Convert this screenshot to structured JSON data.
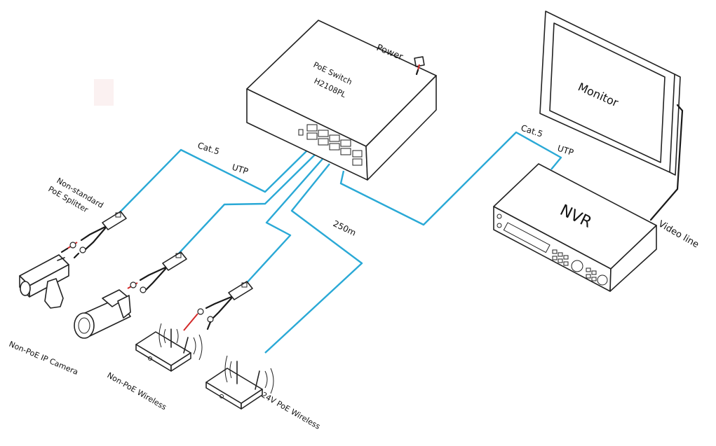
{
  "switch": {
    "line1": "PoE  Switch",
    "line2": "H2108PL"
  },
  "power_label": "Power",
  "monitor_label": "Monitor",
  "nvr_label": "NVR",
  "video_line_label": "Video line",
  "cable_left": {
    "cat": "Cat.5",
    "utp": "UTP"
  },
  "cable_right": {
    "cat": "Cat.5",
    "utp": "UTP"
  },
  "distance_label": "250m",
  "splitter_label": {
    "line1": "Non-standard",
    "line2": "PoE Splitter"
  },
  "devices": {
    "camera": "Non-PoE IP Camera",
    "non_poe_wireless": "Non-PoE Wireless",
    "poe_wireless": "24V PoE Wireless"
  },
  "colors": {
    "cable": "#2aa9d6",
    "power_wire": "#d32a2a",
    "outline": "#222222"
  }
}
